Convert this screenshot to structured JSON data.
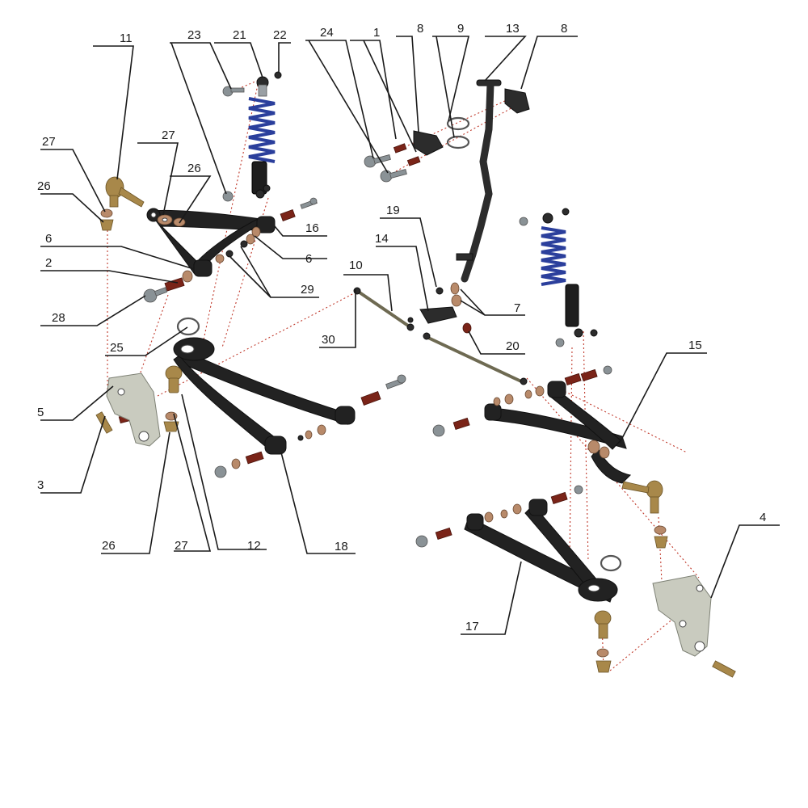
{
  "callouts": [
    {
      "label": "1"
    },
    {
      "label": "2"
    },
    {
      "label": "3"
    },
    {
      "label": "4"
    },
    {
      "label": "5"
    },
    {
      "label": "6"
    },
    {
      "label": "6"
    },
    {
      "label": "7"
    },
    {
      "label": "8"
    },
    {
      "label": "8"
    },
    {
      "label": "9"
    },
    {
      "label": "10"
    },
    {
      "label": "11"
    },
    {
      "label": "12"
    },
    {
      "label": "13"
    },
    {
      "label": "14"
    },
    {
      "label": "15"
    },
    {
      "label": "16"
    },
    {
      "label": "17"
    },
    {
      "label": "18"
    },
    {
      "label": "19"
    },
    {
      "label": "20"
    },
    {
      "label": "21"
    },
    {
      "label": "22"
    },
    {
      "label": "23"
    },
    {
      "label": "24"
    },
    {
      "label": "25"
    },
    {
      "label": "26"
    },
    {
      "label": "26"
    },
    {
      "label": "26"
    },
    {
      "label": "27"
    },
    {
      "label": "27"
    },
    {
      "label": "27"
    },
    {
      "label": "28"
    },
    {
      "label": "29"
    },
    {
      "label": "30"
    }
  ],
  "colors": {
    "callout": "#1a1a1a",
    "guide": "#c0392b",
    "spring": "#2b3f9c",
    "arm": "#222222",
    "bushing": "#7a2418",
    "knuckle": "#c9cbbf"
  }
}
